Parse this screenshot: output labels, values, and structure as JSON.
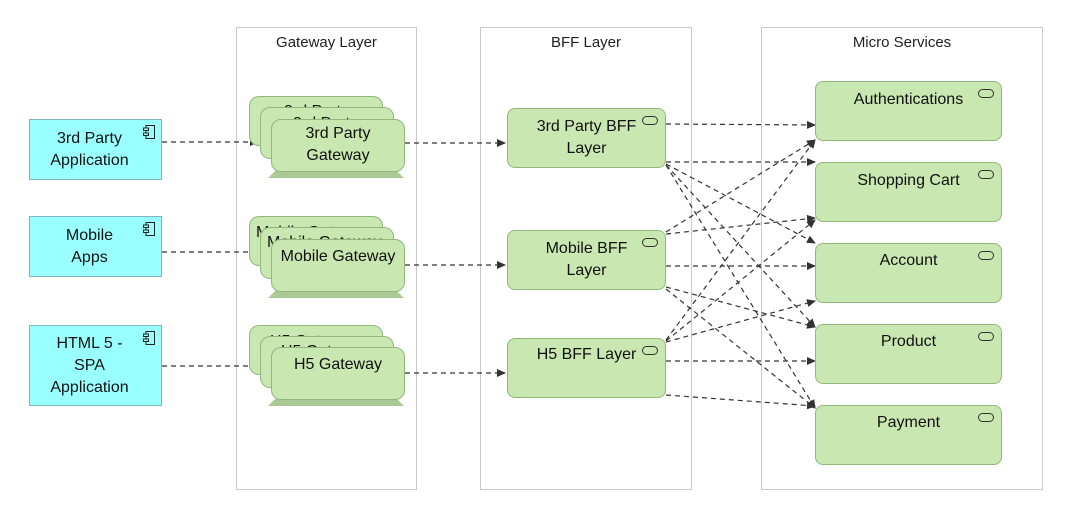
{
  "lanes": {
    "gateway": "Gateway Layer",
    "bff": "BFF Layer",
    "micro": "Micro Services"
  },
  "clients": {
    "third_party": "3rd Party\nApplication",
    "mobile": "Mobile\nApps",
    "html5": "HTML 5 -\nSPA\nApplication"
  },
  "gateways": {
    "third_party": "3rd Party\nGateway",
    "mobile": "Mobile Gateway",
    "h5": "H5 Gateway"
  },
  "gateway_ghost_text": {
    "third_party": [
      "3rd Party",
      "3rd Party"
    ],
    "mobile": [
      "Mobile Gateway",
      "Mobile Gateway"
    ],
    "h5": [
      "H5 Gateway",
      "H5 Gateway"
    ]
  },
  "bff": {
    "third_party": "3rd Party BFF\nLayer",
    "mobile": "Mobile BFF\nLayer",
    "h5": "H5 BFF Layer"
  },
  "services": {
    "auth": "Authentications",
    "cart": "Shopping Cart",
    "account": "Account",
    "product": "Product",
    "payment": "Payment"
  },
  "colors": {
    "client_fill": "#99ffff",
    "node_fill": "#c9e7b0",
    "node_border": "#8fb87a",
    "lane_border": "#c9c9c9",
    "connector": "#333333"
  }
}
